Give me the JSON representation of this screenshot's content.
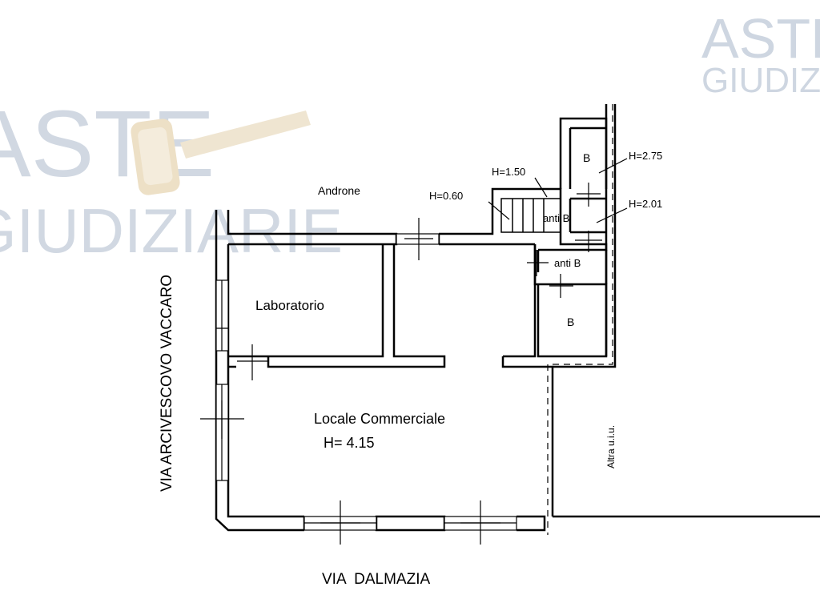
{
  "watermark": {
    "left_line1": "ASTE",
    "left_line2": "GIUDIZIARIE",
    "right_line1": "ASTE",
    "right_line2": "GIUDIZIARIE",
    "color": "#c9d2de"
  },
  "rooms": {
    "laboratorio": "Laboratorio",
    "locale": "Locale Commerciale",
    "locale_height": "H= 4.15",
    "androne": "Androne",
    "anti_b_upper": "anti B",
    "anti_b_lower": "anti B",
    "b_upper": "B",
    "b_lower": "B",
    "altra": "Altra u.i.u."
  },
  "heights": {
    "h_stairs_low": "H=0.60",
    "h_stairs_high": "H=1.50",
    "h_b_upper": "H=2.75",
    "h_anti_b": "H=2.01"
  },
  "streets": {
    "west": "VIA ARCIVESCOVO VACCARO",
    "south": "VIA  DALMAZIA"
  },
  "colors": {
    "wall": "#000000",
    "wall_fill": "#ffffff"
  }
}
